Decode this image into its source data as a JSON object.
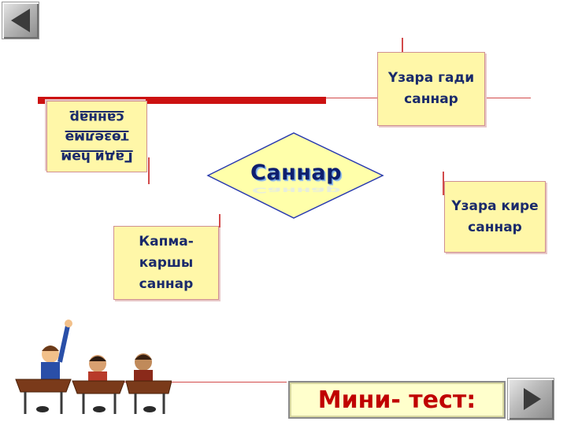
{
  "nav": {
    "back_icon": "triangle-left-icon",
    "next_icon": "triangle-right-icon"
  },
  "center": {
    "title": "Саннар",
    "fill": "#ffffaa",
    "border": "#2a3bb0"
  },
  "cards": {
    "rational": "Үзара гади\nсаннар",
    "fractions": "Гади һәм\nтөзелмә\nсаннар",
    "irrational": "Үзара кире\nсаннар",
    "opposite": "Капма-\nкаршы\nсаннар"
  },
  "footer": {
    "test_label": "Мини- тест:"
  },
  "colors": {
    "accent_red": "#cc1111",
    "card_fill": "#fff7a8",
    "card_text": "#1a2a6b",
    "test_text": "#c00000"
  }
}
